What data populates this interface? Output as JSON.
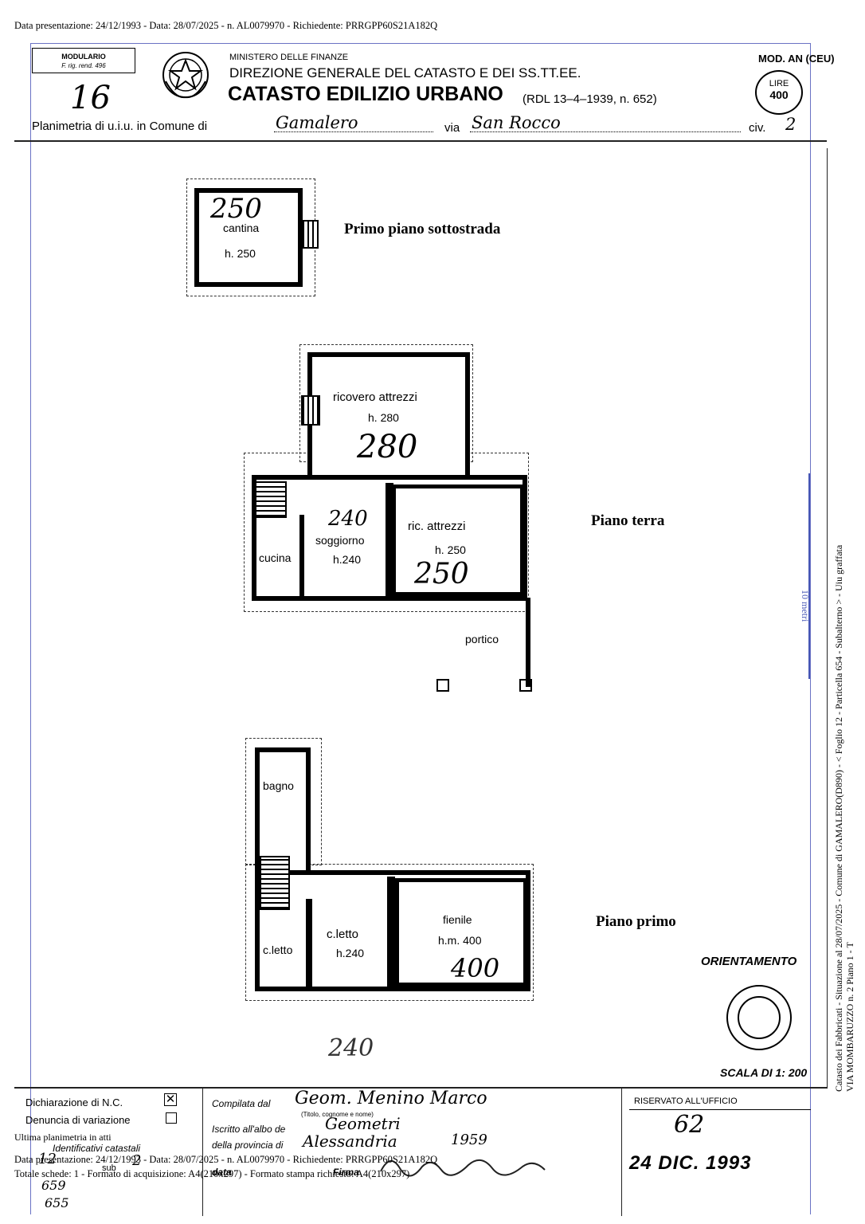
{
  "top_stamp": "Data presentazione: 24/12/1993 - Data: 28/07/2025 - n. AL0079970 - Richiedente: PRRGPP60S21A182Q",
  "header": {
    "modulario": "MODULARIO",
    "modulario_sub": "F. rig. rend. 496",
    "ministry": "MINISTERO DELLE FINANZE",
    "direction": "DIREZIONE GENERALE DEL CATASTO E DEI SS.TT.EE.",
    "title": "CATASTO EDILIZIO URBANO",
    "law": "(RDL 13–4–1939, n. 652)",
    "mod": "MOD. AN (CEU)",
    "lire": "LIRE",
    "lire_value": "400",
    "sheet_number": "16",
    "planimetria_label": "Planimetria di u.i.u. in Comune di",
    "comune": "Gamalero",
    "via_label": "via",
    "via": "San Rocco",
    "civ_label": "civ.",
    "civ": "2"
  },
  "plan": {
    "basement": {
      "title": "Primo piano sottostrada",
      "room": "cantina",
      "height": "h. 250",
      "hand_height": "250"
    },
    "ground": {
      "title": "Piano terra",
      "rooms": [
        {
          "name": "ricovero attrezzi",
          "height": "h. 280",
          "hand": "280"
        },
        {
          "name": "cucina"
        },
        {
          "name": "soggiorno",
          "height": "h.240",
          "hand": "240"
        },
        {
          "name": "ric. attrezzi",
          "height": "h. 250",
          "hand": "250"
        },
        {
          "name": "portico"
        }
      ]
    },
    "first": {
      "title": "Piano primo",
      "rooms": [
        {
          "name": "bagno"
        },
        {
          "name": "c.letto"
        },
        {
          "name": "c.letto",
          "height": "h.240"
        },
        {
          "name": "fienile",
          "height": "h.m. 400",
          "hand": "400"
        }
      ],
      "hand_below": "240"
    },
    "orientation": "ORIENTAMENTO",
    "scale": "SCALA DI 1: 200"
  },
  "side_text": {
    "line1": "Catasto dei Fabbricati - Situazione al 28/07/2025 - Comune di GAMALERO(D890) - < Foglio 12 - Particella 654 - Subalterno > - Uiu graffata",
    "line2": "VIA MOMBARUZZO n. 2 Piano 1 - T",
    "scale_bar": "10 metri"
  },
  "footer": {
    "dichiarazione": "Dichiarazione di N.C.",
    "denuncia": "Denuncia di variazione",
    "ultima": "Ultima planimetria in atti",
    "identificativi": "Identificativi catastali",
    "foglio": "12",
    "sub_label": "sub",
    "sub": "2",
    "part1": "659",
    "part2": "655",
    "compilata_label": "Compilata dal",
    "compilata": "Geom. Menino Marco",
    "titolo_hint": "(Titolo, cognome e nome)",
    "iscritto_label": "Iscritto all'albo de",
    "iscritto": "Geometri",
    "provincia_label": "della provincia di",
    "provincia": "Alessandria",
    "albo_num": "1959",
    "data_label": "data",
    "firma_label": "Firma",
    "riservato": "RISERVATO ALL'UFFICIO",
    "ufficio_num": "62",
    "ufficio_date": "24 DIC. 1993",
    "stamp_line": "Data presentazione: 24/12/1993 - Data: 28/07/2025 - n. AL0079970 - Richiedente: PRRGPP60S21A182Q",
    "totale_line": "Totale schede: 1 - Formato di acquisizione: A4(210x297) - Formato stampa richiesto: A4(210x297)"
  }
}
